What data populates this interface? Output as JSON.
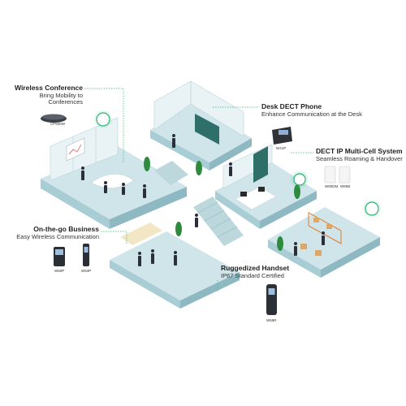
{
  "callouts": {
    "wireless_conference": {
      "title": "Wireless Conference",
      "subtitle": "Bring Mobility to Conferences"
    },
    "desk_dect_phone": {
      "title": "Desk DECT Phone",
      "subtitle": "Enhance Communication at the Desk"
    },
    "dect_ip_multicell": {
      "title": "DECT IP Multi-Cell System",
      "subtitle": "Seamless Roaming & Handover"
    },
    "on_the_go_business": {
      "title": "On-the-go Business",
      "subtitle": "Easy Wireless Communication"
    },
    "ruggedized_handset": {
      "title": "Ruggedized Handset",
      "subtitle": "IP67 Standard Certified"
    }
  },
  "models": {
    "conference_phone": "CP930W",
    "desk_phone": "W41P",
    "base_station_1": "W80DM",
    "base_station_2": "W80B",
    "handset_1": "W60P",
    "handset_2": "W53P",
    "rugged_handset": "W59R"
  },
  "colors": {
    "floor_top": "#cfe5ea",
    "floor_side": "#9cc0c8",
    "accent_green": "#2bb673",
    "leader_line": "#2bb673",
    "glass": "#e9f3f5"
  },
  "icons": [
    "conference-phone-icon",
    "desk-phone-icon",
    "base-station-icon",
    "handset-icon",
    "rugged-handset-icon",
    "signal-dot-icon"
  ]
}
